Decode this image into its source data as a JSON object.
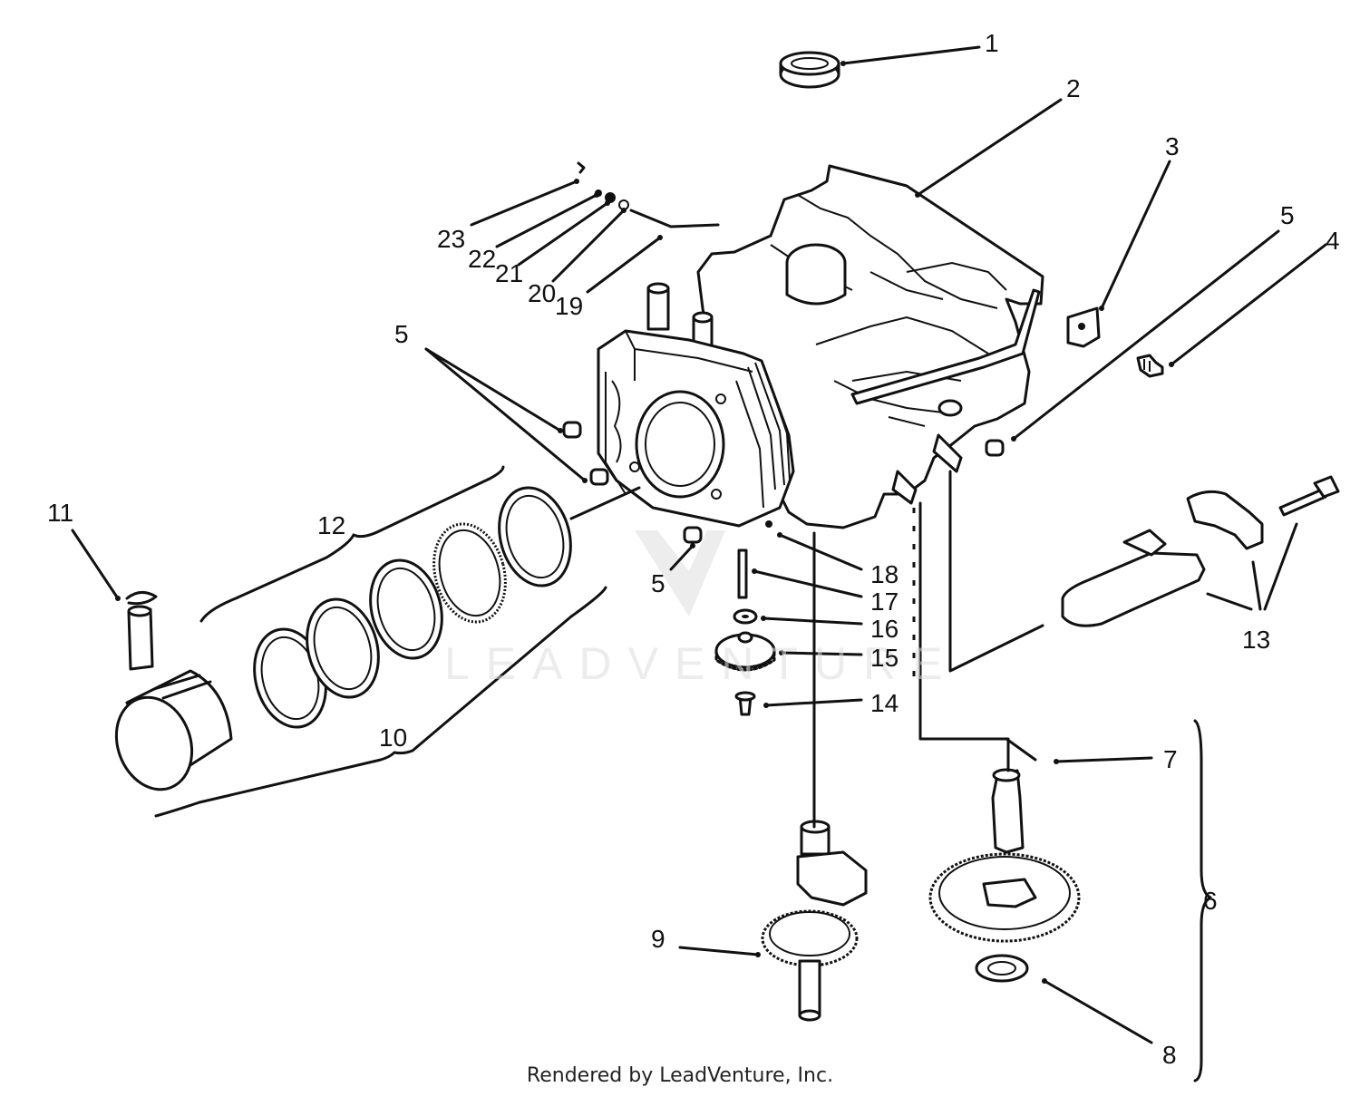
{
  "diagram": {
    "callouts": [
      "1",
      "2",
      "3",
      "4",
      "5",
      "5",
      "5",
      "5",
      "6",
      "7",
      "8",
      "9",
      "10",
      "11",
      "12",
      "13",
      "14",
      "15",
      "16",
      "17",
      "18",
      "19",
      "20",
      "21",
      "22",
      "23"
    ],
    "footer": "Rendered by LeadVenture, Inc.",
    "watermark": "LEADVENTURE"
  },
  "colors": {
    "ink": "#111111",
    "paper": "#ffffff",
    "watermark": "#dddddd"
  }
}
